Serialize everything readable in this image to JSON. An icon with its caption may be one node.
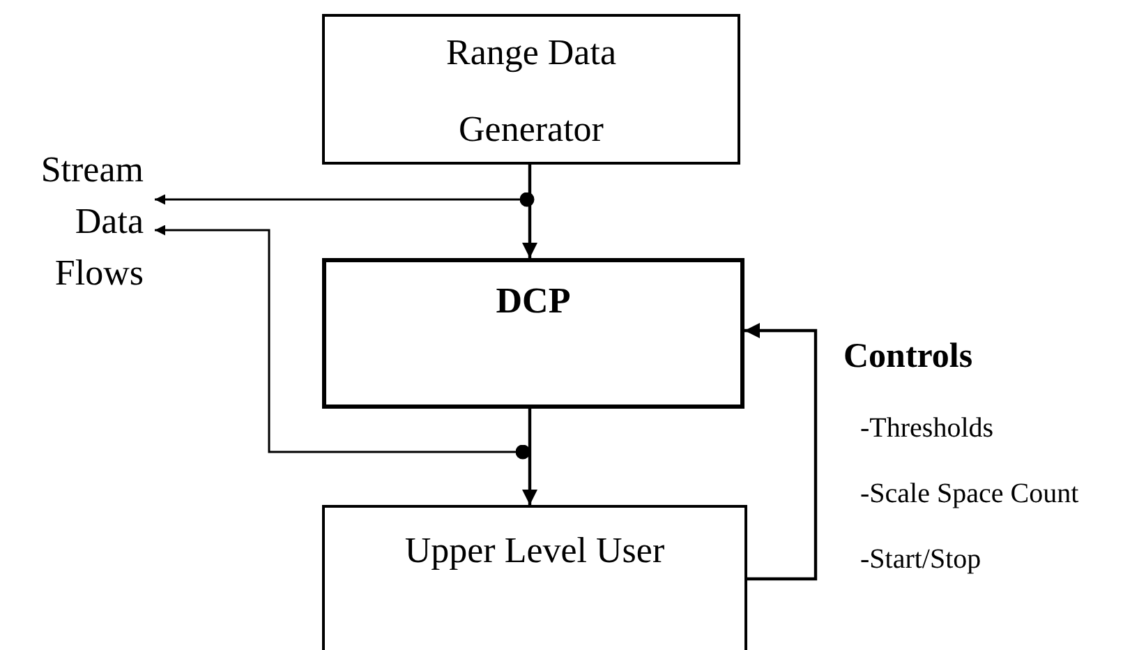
{
  "diagram": {
    "nodes": [
      {
        "text": [
          "Range Data Generator"
        ]
      },
      {
        "text": [
          "DCP"
        ]
      },
      {
        "text": [
          "Upper Level User"
        ]
      },
      {
        "text": [
          "Stream Data Flows"
        ]
      }
    ],
    "edges": [
      {
        "from": 0,
        "to": 1,
        "arrow": "to"
      },
      {
        "from": 0,
        "to": 3,
        "arrow": "to"
      },
      {
        "from": 1,
        "to": 2,
        "arrow": "to"
      },
      {
        "from": 1,
        "to": 3,
        "arrow": "to"
      },
      {
        "from": 2,
        "to": 1,
        "arrow": "to"
      }
    ],
    "labels": [
      "Controls",
      "-Thresholds",
      "-Scale Space Count",
      "-Start/Stop"
    ]
  }
}
